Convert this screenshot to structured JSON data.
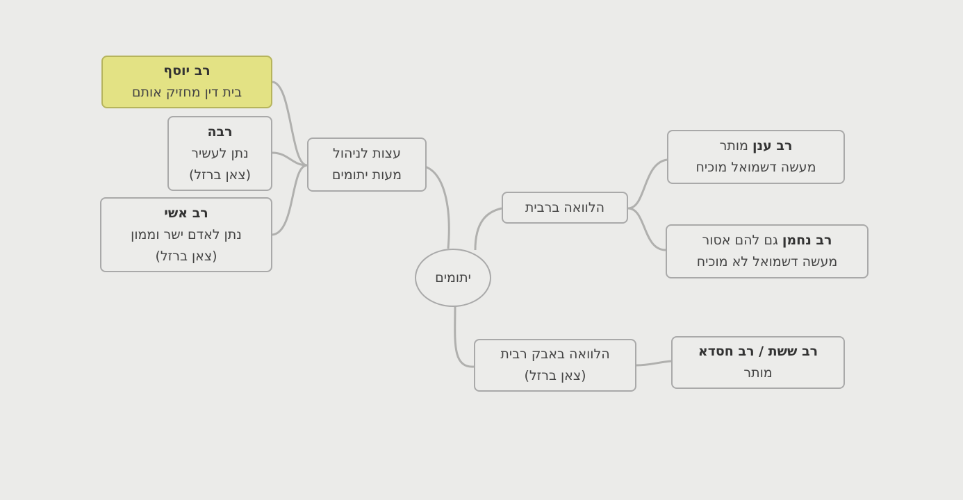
{
  "diagram": {
    "root": {
      "label": "יתומים"
    },
    "branches": {
      "mixed": {
        "label": "הלוואה באבק רבית",
        "note": "(צאן ברזל)",
        "child": {
          "name": "רב ששת / רב חסדא",
          "ruling": "מותר"
        }
      },
      "interest": {
        "label": "הלוואה ברבית",
        "children": [
          {
            "name": "רב ענן",
            "ruling": "מותר",
            "source": "מעשה דשמואל מוכיח"
          },
          {
            "name": "רב נחמן",
            "ruling": "גם להם אסור",
            "source": "מעשה דשמואל לא מוכיח"
          }
        ]
      },
      "manage": {
        "label_line1": "עצות לניהול",
        "label_line2": "מעות יתומים",
        "children": [
          {
            "name": "רב יוסף",
            "line2": "בית דין מחזיק אותם"
          },
          {
            "name": "רבה",
            "line2": "נתן לעשיר",
            "line3": "(צאן ברזל)"
          },
          {
            "name": "רב אשי",
            "line2": "נתן לאדם ישר וממון",
            "line3": "(צאן ברזל)"
          }
        ]
      }
    },
    "colors": {
      "highlight": "#e3e284",
      "border": "#a9a9a9",
      "background": "#ebebe9"
    }
  }
}
